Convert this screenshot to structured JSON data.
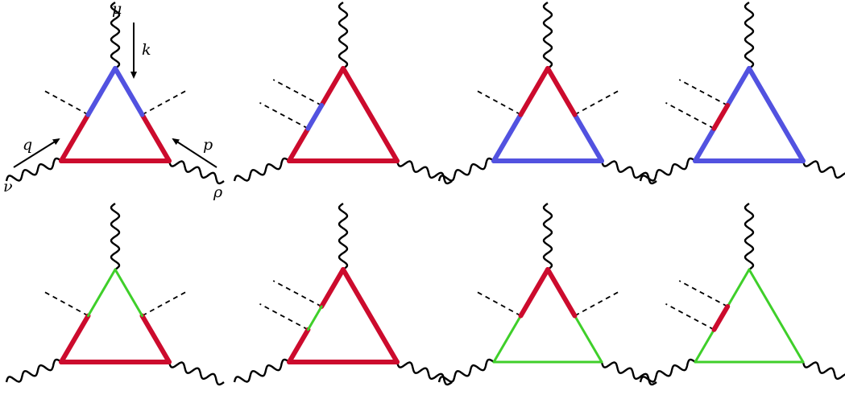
{
  "colors": {
    "red": "#cc0b2d",
    "blue": "#5252e0",
    "green": "#3fcf2a",
    "black": "#000000"
  },
  "labels": {
    "mu": "μ",
    "nu": "ν",
    "rho": "ρ",
    "k": "k",
    "q": "q",
    "p": "p"
  },
  "diagrams": [
    {
      "style": "A",
      "colors": {
        "top": "blue",
        "bottom": "red",
        "base": "red"
      }
    },
    {
      "style": "B",
      "colors": {
        "top": "blue",
        "bottom": "red",
        "base": "red"
      }
    },
    {
      "style": "A",
      "colors": {
        "top": "red",
        "bottom": "blue",
        "base": "blue"
      }
    },
    {
      "style": "B",
      "colors": {
        "top": "red",
        "bottom": "blue",
        "base": "blue"
      }
    },
    {
      "style": "A",
      "colors": {
        "top": "green",
        "bottom": "red",
        "base": "red"
      }
    },
    {
      "style": "B",
      "colors": {
        "top": "green",
        "bottom": "red",
        "base": "red"
      }
    },
    {
      "style": "A",
      "colors": {
        "top": "red",
        "bottom": "green",
        "base": "green"
      }
    },
    {
      "style": "B",
      "colors": {
        "top": "red",
        "bottom": "green",
        "base": "green"
      }
    }
  ]
}
